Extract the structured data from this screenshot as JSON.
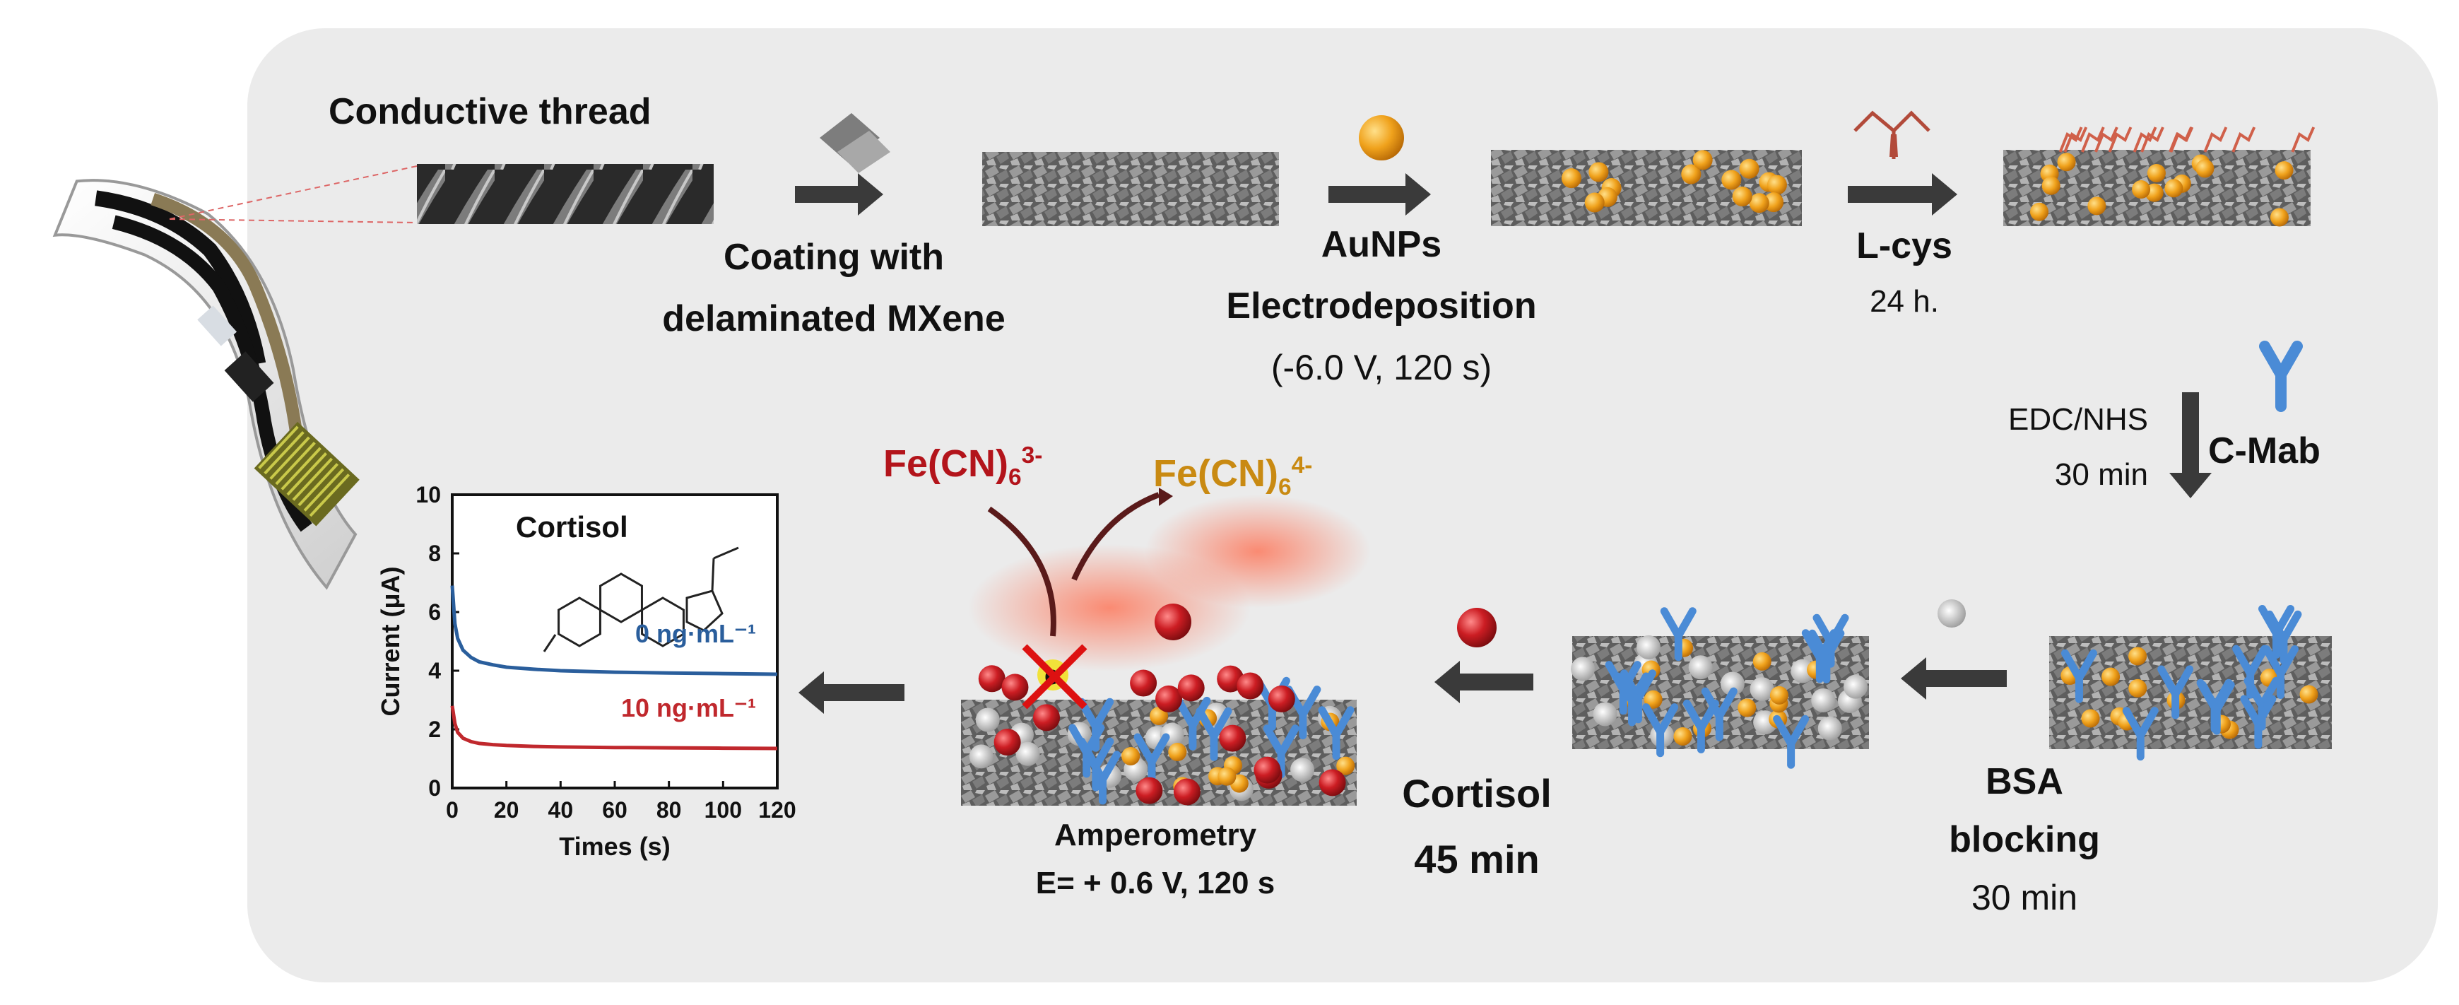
{
  "labels": {
    "conductive_thread": "Conductive thread",
    "coating_line1": "Coating with",
    "coating_line2": "delaminated MXene",
    "aunps": "AuNPs",
    "electrodeposition": "Electrodeposition",
    "electro_params": "(-6.0 V, 120 s)",
    "lcys": "L-cys",
    "lcys_time": "24 h.",
    "edc_nhs": "EDC/NHS",
    "edc_time": "30 min",
    "cmab": "C-Mab",
    "bsa_line1": "BSA",
    "bsa_line2": "blocking",
    "bsa_time": "30 min",
    "cortisol": "Cortisol",
    "cortisol_time": "45 min",
    "amperometry": "Amperometry",
    "amp_params": "E= + 0.6 V, 120 s",
    "ferri_base": "Fe(CN)",
    "ferri_sub": "6",
    "ferri_sup": "3-",
    "ferro_base": "Fe(CN)",
    "ferro_sub": "6",
    "ferro_sup": "4-"
  },
  "colors": {
    "panel_bg": "#ebebeb",
    "arrow": "#3a3a3a",
    "gold_np": "#f0a21c",
    "antibody": "#4a8bd6",
    "cortisol_sphere": "#c81c22",
    "mxene": "#6e6e6e",
    "linker": "#d0604a"
  },
  "chart_data": {
    "type": "line",
    "title": "Cortisol",
    "xlabel": "Times (s)",
    "ylabel": "Current (μA)",
    "xlim": [
      0,
      120
    ],
    "ylim": [
      0,
      10
    ],
    "xticks": [
      0,
      20,
      40,
      60,
      80,
      100,
      120
    ],
    "yticks": [
      0,
      2,
      4,
      6,
      8,
      10
    ],
    "series": [
      {
        "name": "0 ng·mL⁻¹",
        "color": "#2a5e9c",
        "x": [
          0,
          1,
          2,
          4,
          7,
          10,
          15,
          20,
          30,
          40,
          60,
          80,
          100,
          120
        ],
        "y": [
          6.9,
          5.6,
          5.1,
          4.7,
          4.45,
          4.3,
          4.2,
          4.12,
          4.05,
          4.0,
          3.95,
          3.92,
          3.9,
          3.88
        ]
      },
      {
        "name": "10 ng·mL⁻¹",
        "color": "#c0282d",
        "x": [
          0,
          1,
          2,
          4,
          7,
          10,
          15,
          20,
          30,
          40,
          60,
          80,
          100,
          120
        ],
        "y": [
          2.8,
          2.2,
          1.9,
          1.7,
          1.58,
          1.52,
          1.48,
          1.45,
          1.42,
          1.4,
          1.38,
          1.37,
          1.36,
          1.35
        ]
      }
    ]
  }
}
